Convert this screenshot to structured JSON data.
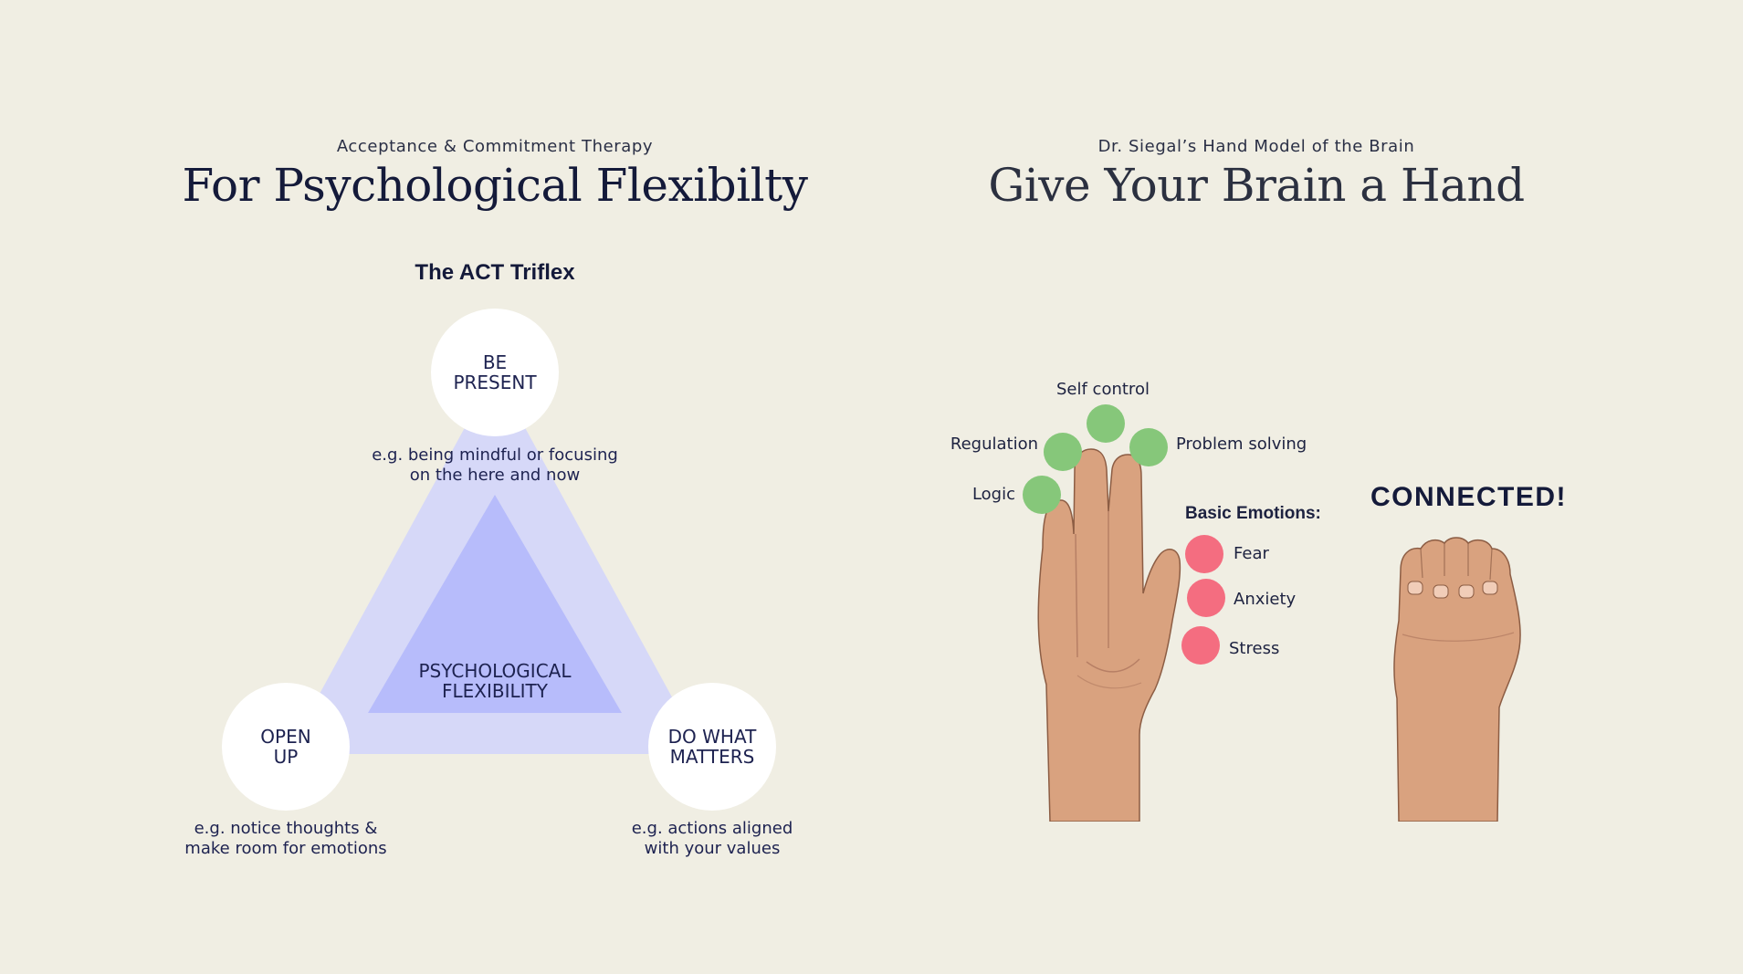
{
  "colors": {
    "background": "#f0eee3",
    "triangle_outer": "#d6d8f8",
    "triangle_inner": "#b7bcfb",
    "circle_fill": "#ffffff",
    "dot_green": "#86c77a",
    "dot_pink": "#f46d80",
    "skin": "#d9a27f"
  },
  "left_panel": {
    "kicker": "Acceptance & Commitment Therapy",
    "headline": "For Psychological Flexibilty",
    "diagram_title": "The ACT Triflex",
    "center_label": "PSYCHOLOGICAL\nFLEXIBILITY",
    "nodes": {
      "top": {
        "label": "BE\nPRESENT",
        "example": "e.g. being mindful or focusing\non the here and now"
      },
      "left": {
        "label": "OPEN\nUP",
        "example": "e.g. notice thoughts &\nmake room for emotions"
      },
      "right": {
        "label": "DO WHAT\nMATTERS",
        "example": "e.g. actions aligned\nwith your values"
      }
    }
  },
  "right_panel": {
    "kicker": "Dr. Siegal’s Hand Model of the Brain",
    "headline": "Give Your Brain a Hand",
    "thinking_labels": {
      "self_control": "Self control",
      "regulation": "Regulation",
      "problem_solving": "Problem solving",
      "logic": "Logic"
    },
    "emotions_title": "Basic Emotions:",
    "emotions": [
      "Fear",
      "Anxiety",
      "Stress"
    ],
    "connected": "CONNECTED!"
  }
}
